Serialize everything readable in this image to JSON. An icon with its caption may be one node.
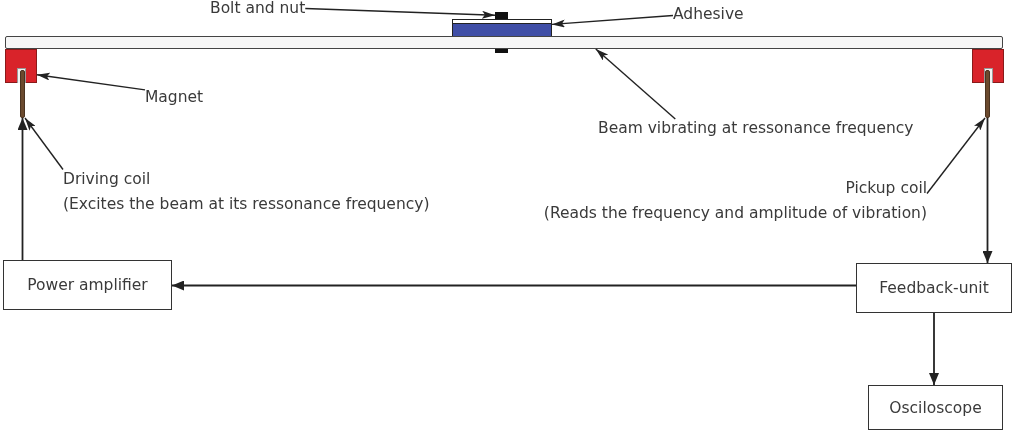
{
  "diagram": {
    "nodes": [
      {
        "text": [
          "Bolt and nut"
        ]
      },
      {
        "text": [],
        "shape": "box"
      },
      {
        "text": [
          "Adhesive"
        ]
      },
      {
        "text": [],
        "shape": "box"
      },
      {
        "text": [],
        "shape": "bar"
      },
      {
        "text": [],
        "shape": "box"
      },
      {
        "text": [],
        "shape": "box"
      },
      {
        "text": [
          "Magnet"
        ]
      },
      {
        "text": [],
        "shape": "bar"
      },
      {
        "text": [],
        "shape": "bar"
      },
      {
        "text": [
          "Beam vibrating at ressonance frequency"
        ]
      },
      {
        "text": [
          "Driving coil",
          "(Excites the beam at its ressonance frequency)"
        ]
      },
      {
        "text": [
          "Pickup coil",
          "(Reads the frequency and amplitude of vibration)"
        ]
      },
      {
        "text": [
          "Power amplifier"
        ]
      },
      {
        "text": [
          "Feedback-unit"
        ]
      },
      {
        "text": [
          "Osciloscope"
        ]
      }
    ],
    "edges": [
      {
        "from": 0,
        "to": 1,
        "arrow": "to"
      },
      {
        "from": 2,
        "to": 3,
        "arrow": "to"
      },
      {
        "from": 7,
        "to": 5,
        "arrow": "to"
      },
      {
        "from": 10,
        "to": 4,
        "arrow": "to"
      },
      {
        "from": 11,
        "to": 8,
        "arrow": "to"
      },
      {
        "from": 12,
        "to": 9,
        "arrow": "to"
      },
      {
        "from": 13,
        "to": 8,
        "arrow": "to"
      },
      {
        "from": 9,
        "to": 14,
        "arrow": "to"
      },
      {
        "from": 14,
        "to": 13,
        "arrow": "to"
      },
      {
        "from": 14,
        "to": 15,
        "arrow": "to"
      }
    ]
  }
}
